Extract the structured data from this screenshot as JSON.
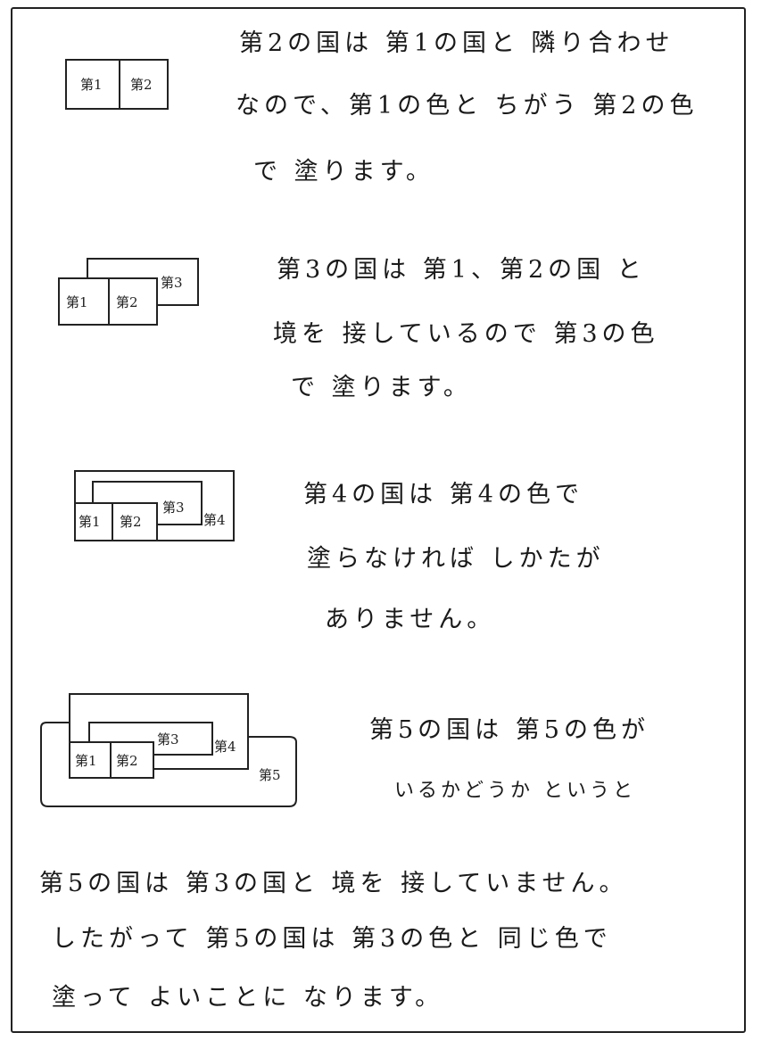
{
  "paragraphs": [
    {
      "lines": [
        "第2の国は 第1の国と 隣り合わせ",
        "なので、第1の色と ちがう 第2の色",
        "で 塗ります。"
      ]
    },
    {
      "lines": [
        "第3の国は 第1、第2の国 と",
        "境を 接しているので 第3の色",
        "で 塗ります。"
      ]
    },
    {
      "lines": [
        "第4の国は 第4の色で",
        "塗らなければ しかたが",
        "ありません。"
      ]
    },
    {
      "lines": [
        "第5の国は 第5の色が",
        "いるかどうか というと"
      ]
    },
    {
      "lines": [
        "第5の国は 第3の国と 境を 接していません。",
        "したがって 第5の国は 第3の色と 同じ色で",
        "塗って よいことに なります。"
      ]
    }
  ],
  "diagrams": {
    "d1": {
      "labels": [
        "第1",
        "第2"
      ]
    },
    "d2": {
      "labels": [
        "第1",
        "第2",
        "第3"
      ]
    },
    "d3": {
      "labels": [
        "第1",
        "第2",
        "第3",
        "第4"
      ]
    },
    "d4": {
      "labels": [
        "第1",
        "第2",
        "第3",
        "第4",
        "第5"
      ]
    }
  }
}
